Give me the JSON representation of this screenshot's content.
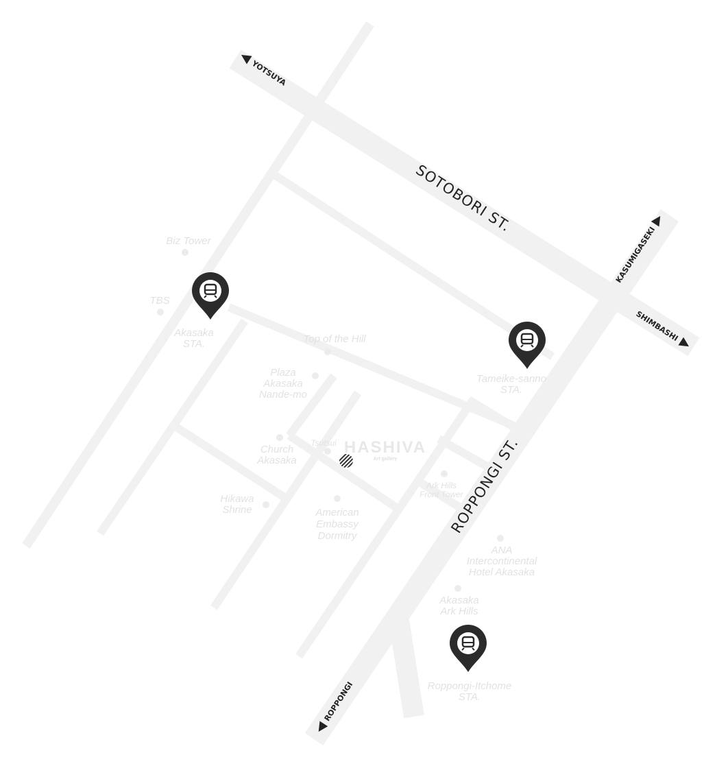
{
  "streets": {
    "sotobori": "SOTOBORI ST.",
    "roppongi": "ROPPONGI ST."
  },
  "directions": {
    "yotsuya": "YOTSUYA",
    "kasumigaseki": "KASUMIGASEKI",
    "shimbashi": "SHIMBASHI",
    "roppongi": "ROPPONGI"
  },
  "stations": [
    {
      "line1": "Akasaka",
      "line2": "STA.",
      "icon": "train-icon"
    },
    {
      "line1": "Tameike-sanno",
      "line2": "STA.",
      "icon": "train-icon"
    },
    {
      "line1": "Roppongi-Itchome",
      "line2": "STA.",
      "icon": "train-icon"
    }
  ],
  "landmarks": {
    "biz_tower": "Biz Tower",
    "tbs": "TBS",
    "top_of_the_hill": "Top of the Hill",
    "plaza": [
      "Plaza",
      "Akasaka",
      "Nande-mo"
    ],
    "church": [
      "Church",
      "Akasaka"
    ],
    "tsutsui": "Tsutsui",
    "hikawa": [
      "Hikawa",
      "Shrine"
    ],
    "embassy": [
      "American",
      "Embassy",
      "Dormitry"
    ],
    "ark_front": [
      "Ark Hills",
      "Front Tower"
    ],
    "ana": [
      "ANA",
      "Intercontinental",
      "Hotel Akasaka"
    ],
    "ark_hills": [
      "Akasaka",
      "Ark Hills"
    ]
  },
  "destination": {
    "name": "HASHIVA",
    "subtitle": "Art gallery"
  },
  "colors": {
    "road": "#f1f1f1",
    "pin": "#2b2b2b",
    "label": "#e2e2e2"
  }
}
